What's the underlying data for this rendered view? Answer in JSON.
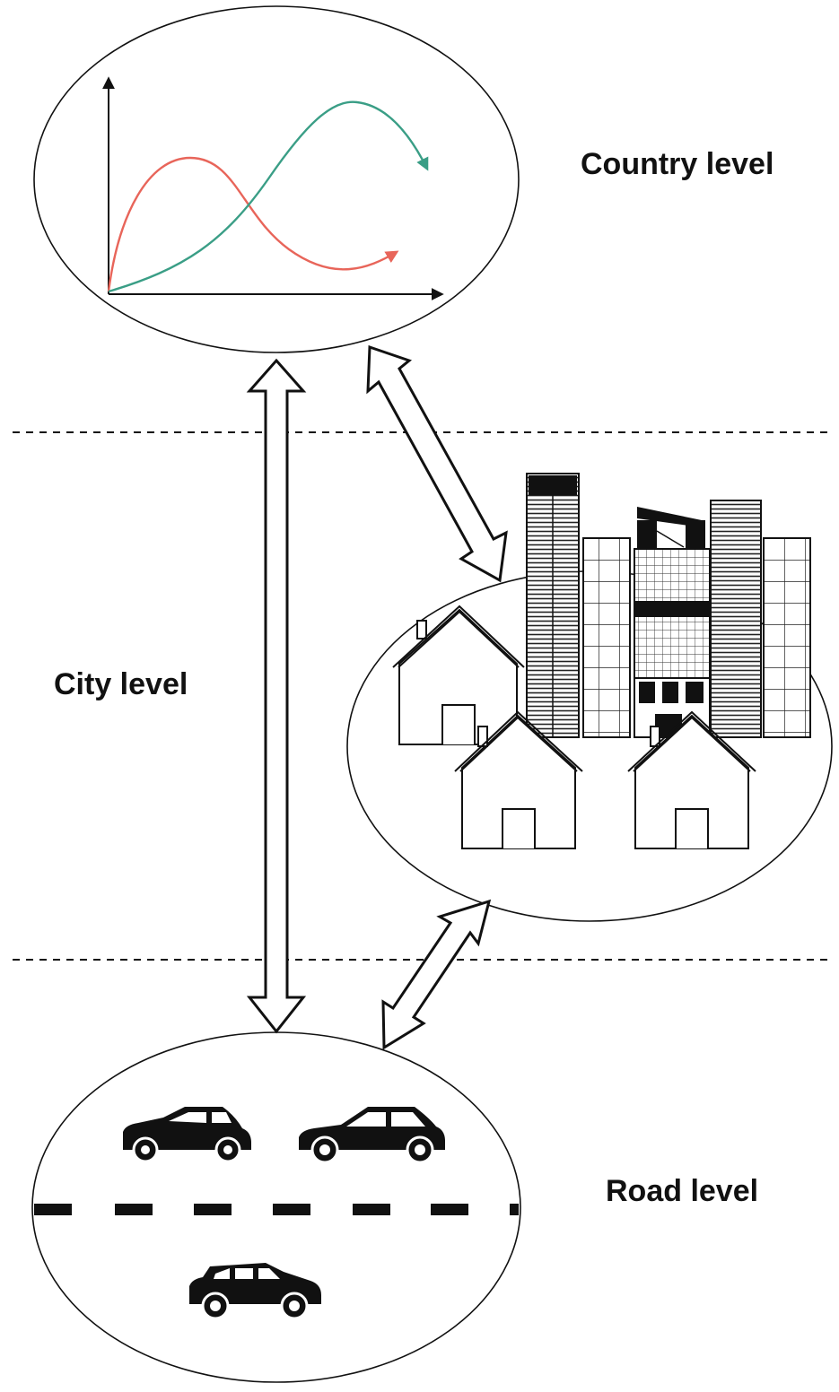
{
  "levels": {
    "country": "Country level",
    "city": "City level",
    "road": "Road level"
  },
  "colors": {
    "line": "#111111",
    "curve_red": "#e8655a",
    "curve_green": "#3a9e86",
    "background": "#ffffff"
  },
  "icons": {
    "country": "growth-curves-chart-icon",
    "city": "houses-and-skyscrapers-icon",
    "road": "cars-on-road-icon"
  }
}
